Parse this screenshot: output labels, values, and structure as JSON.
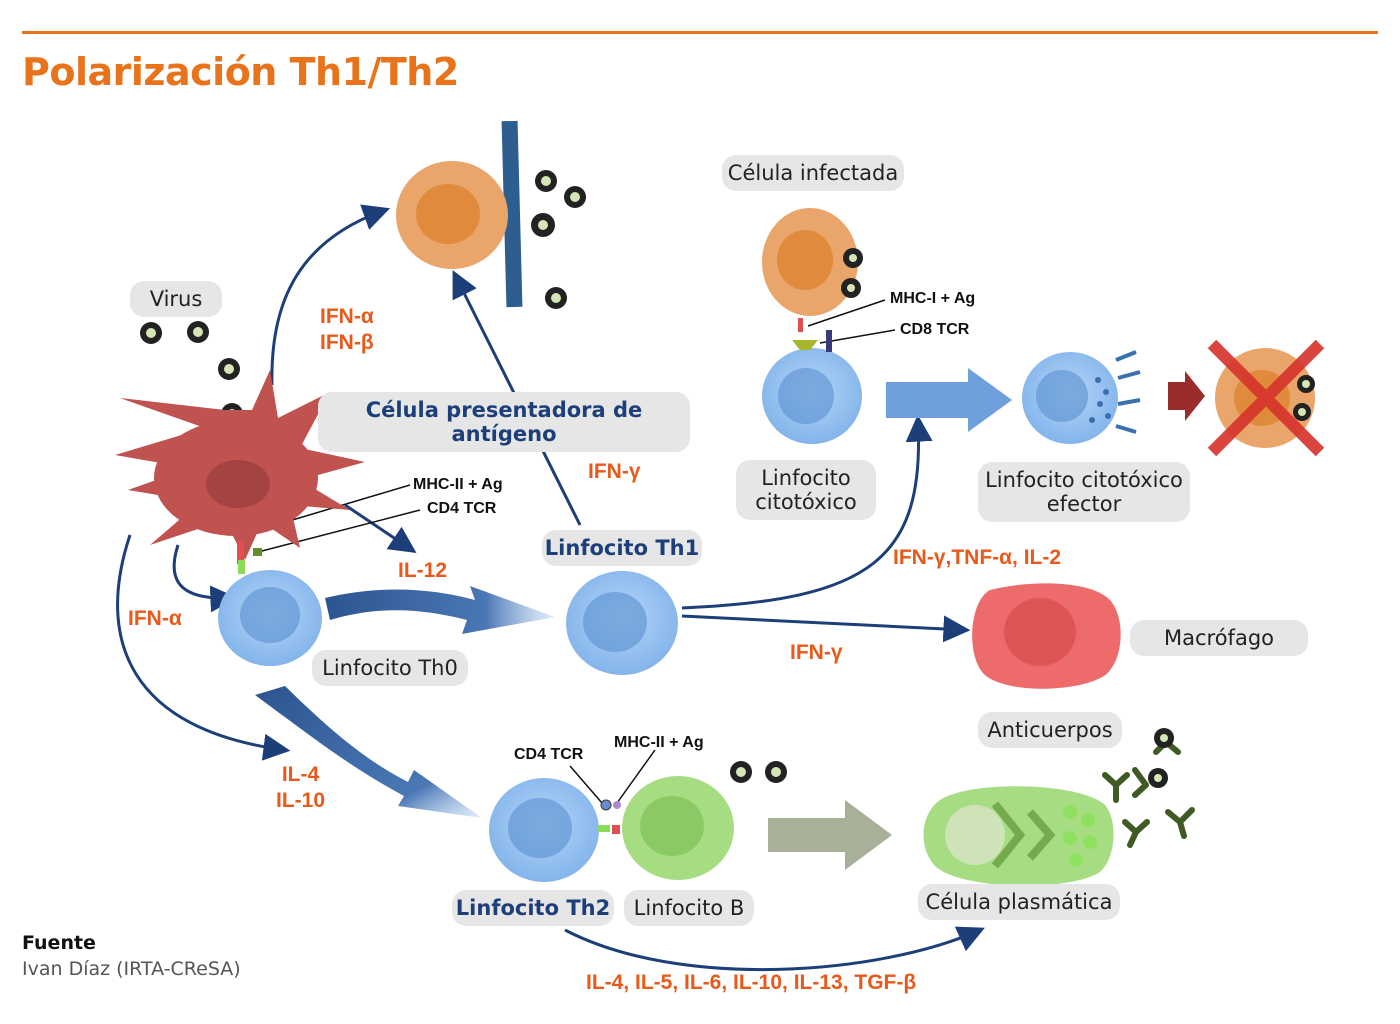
{
  "title": "Polarización Th1/Th2",
  "labels": {
    "virus": "Virus",
    "apc": "Célula presentadora de antígeno",
    "infected": "Célula infectada",
    "th1": "Linfocito Th1",
    "th0": "Linfocito Th0",
    "ctl": "Linfocito\ncitotóxico",
    "ctl_effector": "Linfocito citotóxico\nefector",
    "macrophage": "Macrófago",
    "antibodies": "Anticuerpos",
    "th2": "Linfocito Th2",
    "bcell": "Linfocito B",
    "plasma": "Célula plasmática"
  },
  "cytokines": {
    "ifn_ab": "IFN-α\nIFN-β",
    "ifn_g_top": "IFN-γ",
    "il12": "IL-12",
    "ifn_a": "IFN-α",
    "il4_il10": "IL-4\nIL-10",
    "ifn_g_mid": "IFN-γ",
    "ifn_tnf_il2": "IFN-γ,TNF-α, IL-2",
    "th2_products": "IL-4, IL-5, IL-6, IL-10, IL-13, TGF-β"
  },
  "receptors": {
    "mhc2_apc": "MHC-II + Ag",
    "cd4_apc": "CD4 TCR",
    "mhc1": "MHC-I + Ag",
    "cd8": "CD8 TCR",
    "cd4_th2": "CD4 TCR",
    "mhc2_b": "MHC-II + Ag"
  },
  "source": {
    "label": "Fuente",
    "value": "Ivan Díaz (IRTA-CReSA)"
  },
  "colors": {
    "accent_orange": "#e8731a",
    "cytokine_orange": "#e8591a",
    "arrow_navy": "#1c3f7a",
    "lymphocyte_blue": "#8fbdf0",
    "apc_red": "#c0524f",
    "infected_orange": "#e9a56a",
    "macrophage_red": "#ee6b6b",
    "bcell_green": "#9fd67a"
  }
}
